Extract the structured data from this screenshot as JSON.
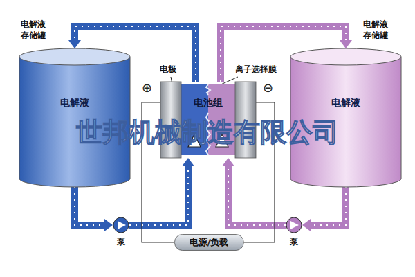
{
  "diagram": {
    "nodes": [
      {
        "text": [
          "电解液存储罐",
          "电解液"
        ]
      },
      {
        "text": [
          "电池组"
        ]
      },
      {
        "text": [
          "电解液存储罐",
          "电解液"
        ]
      },
      {
        "text": [
          "泵"
        ]
      },
      {
        "text": [
          "电源/负载"
        ]
      },
      {
        "text": [
          "泵"
        ]
      }
    ],
    "edges": [
      {
        "from": 0,
        "to": 3,
        "arrow": "to"
      },
      {
        "from": 3,
        "to": 1,
        "arrow": "to"
      },
      {
        "from": 1,
        "to": 0,
        "arrow": "to"
      },
      {
        "from": 2,
        "to": 5,
        "arrow": "to"
      },
      {
        "from": 5,
        "to": 1,
        "arrow": "to"
      },
      {
        "from": 1,
        "to": 2,
        "arrow": "to"
      },
      {
        "from": 1,
        "to": 4,
        "arrow": "none"
      },
      {
        "from": 1,
        "to": 4,
        "arrow": "none"
      }
    ],
    "labels": [
      "电极",
      "离子选择膜",
      "⊕",
      "⊖",
      "世邦机械制造有限公司"
    ]
  }
}
